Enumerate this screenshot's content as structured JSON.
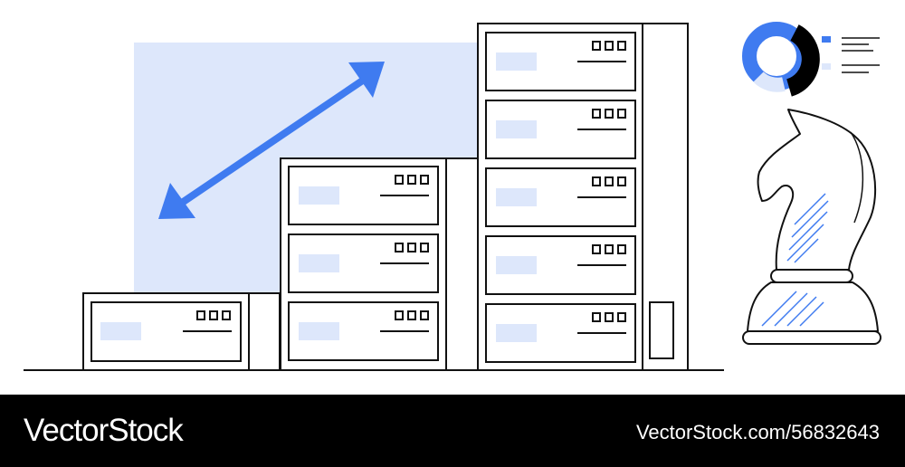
{
  "colors": {
    "background": "#ffffff",
    "ink": "#111111",
    "accent_blue": "#3f7bf0",
    "light_blue": "#dde7fb",
    "footer_bg": "#000000",
    "footer_text": "#ffffff"
  },
  "illustration": {
    "subjects": [
      "server-racks",
      "double-arrow",
      "chess-knight-icon",
      "donut-chart-icon",
      "legend-lines-icon"
    ]
  },
  "footer": {
    "brand": "VectorStock",
    "image_id": "VectorStock.com/56832643"
  }
}
